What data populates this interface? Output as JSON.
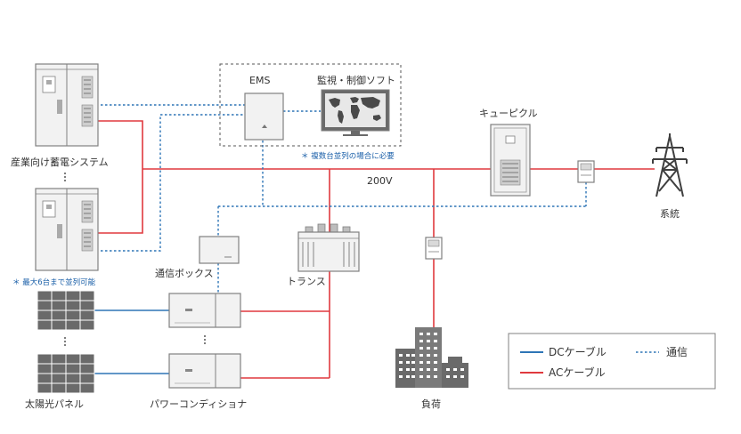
{
  "labels": {
    "ems": "EMS",
    "software": "監視・制御ソフト",
    "ems_note": "＊ 複数台並列の場合に必要",
    "cubicle": "キューピクル",
    "voltage": "200V",
    "grid": "系統",
    "storage": "産業向け蓄電システム",
    "storage_note": "＊ 最大6台まで並列可能",
    "comm_box": "通信ボックス",
    "transformer": "トランス",
    "solar": "太陽光パネル",
    "pcs": "パワーコンディショナ",
    "load": "負荷"
  },
  "legend": {
    "dc": "DCケーブル",
    "ac": "ACケーブル",
    "comm": "通信"
  },
  "colors": {
    "dc": "#2e75b6",
    "ac": "#e0393e",
    "comm": "#2e75b6",
    "equipment_stroke": "#808080",
    "equipment_fill": "#f2f2f2"
  }
}
